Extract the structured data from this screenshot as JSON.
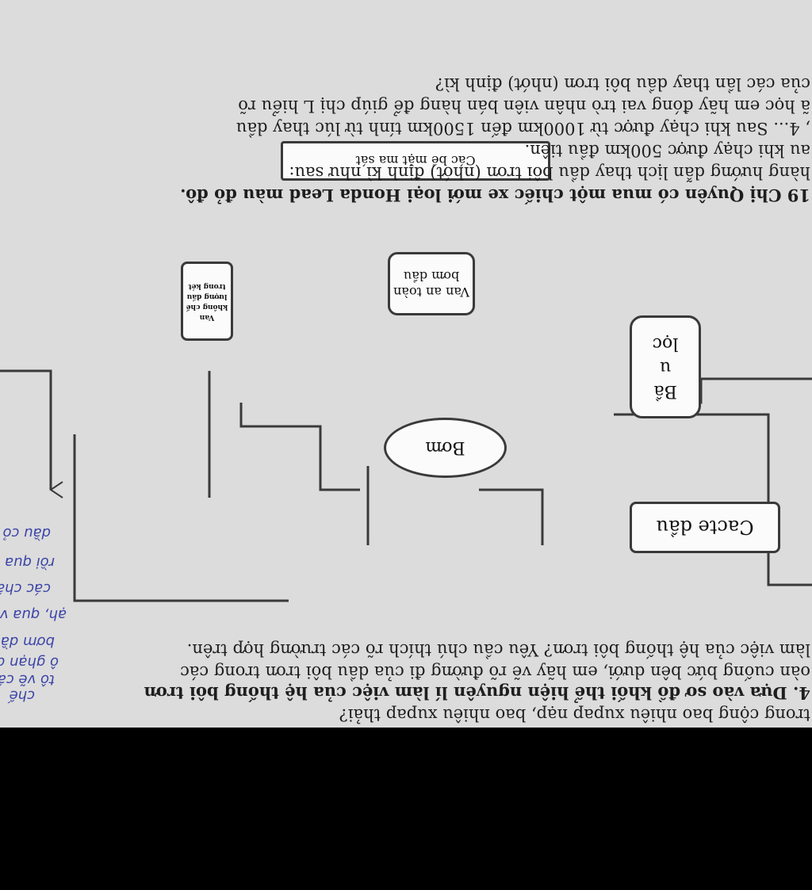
{
  "page": {
    "prev_line": "trong cộng bao nhiêu xupap nạp, bao nhiêu xupap thải?",
    "q4": [
      "4. Dựa vào sơ đồ khối thể hiện nguyên lí làm việc của hệ thống bôi trơn",
      "oàn cuống bức bên dưới, em hãy vẽ rõ đường đi của dầu bôi trơn trong các",
      "làm việc của hệ thống bôi trơn? Yêu cầu chú thích rõ các trường hợp trên."
    ],
    "q19": [
      "19 Chị Quyên có mua một chiếc xe mới loại Honda Lead màu đỏ đô.",
      "hàng hướng dẫn lịch thay dầu bôi trơn (nhớt) định kì như sau:",
      "au khi chạy được 500km đầu tiên.",
      ", 4... Sau khi chạy được từ 1000km đến 1500km tính từ lúc thay dầu",
      "ã học em hãy đóng vai trò nhân viên bán hàng để giúp chị L hiểu rõ",
      "của các lần thay dầu bôi trơn (nhớt) định kì?"
    ]
  },
  "diagram": {
    "cacte": "Cacte dầu",
    "bau_loc": [
      "Bầ",
      "u",
      "lọc"
    ],
    "bom": "Bơm",
    "van_an_toan": [
      "Van an toàn",
      "bơm dầu"
    ],
    "van_khong_che": [
      "Van",
      "không chế",
      "lượng dầu",
      "trong két"
    ],
    "be_mat": "Các bề mặt ma sát"
  },
  "handwriting": [
    "chế",
    "tô vẽ các",
    "ô ghạn đi",
    "bơm dầu",
    "ạh, qua va",
    "các chất",
    "rồi qua g",
    "dầu cỏ"
  ]
}
